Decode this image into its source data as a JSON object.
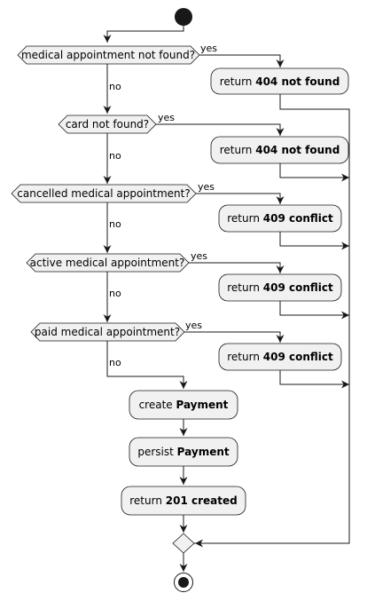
{
  "decisions": [
    {
      "question": "medical appointment not found?",
      "yes": "yes",
      "no": "no"
    },
    {
      "question": "card not found?",
      "yes": "yes",
      "no": "no"
    },
    {
      "question": "cancelled medical appointment?",
      "yes": "yes",
      "no": "no"
    },
    {
      "question": "active medical appointment?",
      "yes": "yes",
      "no": "no"
    },
    {
      "question": "paid medical appointment?",
      "yes": "yes",
      "no": "no"
    }
  ],
  "returns": [
    {
      "prefix": "return ",
      "bold": "404 not found"
    },
    {
      "prefix": "return ",
      "bold": "404 not found"
    },
    {
      "prefix": "return ",
      "bold": "409 conflict"
    },
    {
      "prefix": "return ",
      "bold": "409 conflict"
    },
    {
      "prefix": "return ",
      "bold": "409 conflict"
    }
  ],
  "actions": [
    {
      "prefix": "create ",
      "bold": "Payment"
    },
    {
      "prefix": "persist ",
      "bold": "Payment"
    },
    {
      "prefix": "return ",
      "bold": "201 created"
    }
  ],
  "colors": {
    "fill": "#f1f1f1",
    "stroke": "#181818",
    "background": "#ffffff"
  }
}
